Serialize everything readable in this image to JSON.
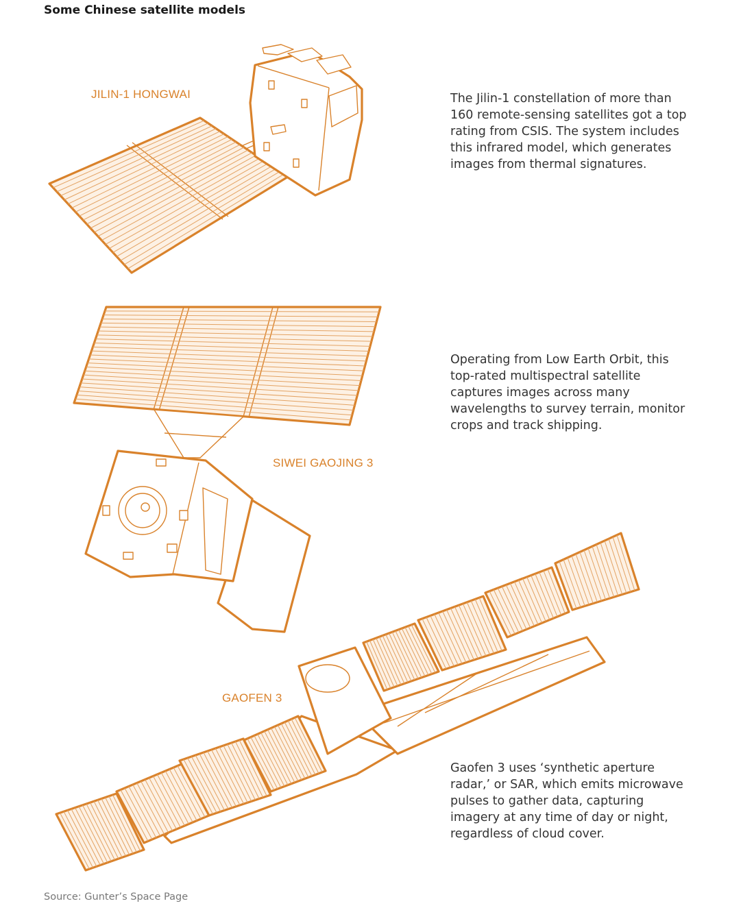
{
  "title": "Some Chinese satellite models",
  "satellites": [
    {
      "name": "JILIN-1 HONGWAI",
      "description": "The Jilin-1 constellation of more than 160 remote-sensing satellites got a top rating from CSIS. The system includes this infrared model, which generates images from thermal signatures."
    },
    {
      "name": "SIWEI GAOJING 3",
      "description": "Operating from Low Earth Orbit, this top-rated multispectral satellite captures images across many wavelengths to survey terrain, monitor crops and track shipping."
    },
    {
      "name": "GAOFEN 3",
      "description": "Gaofen 3 uses ‘synthetic aperture radar,’ or SAR, which emits microwave pulses to gather data, capturing imagery at any time of day or night, regardless of cloud cover."
    }
  ],
  "source": "Source: Gunter’s Space Page",
  "colors": {
    "accent": "#d9822b",
    "fill": "#fdf1e4",
    "text": "#333333"
  }
}
